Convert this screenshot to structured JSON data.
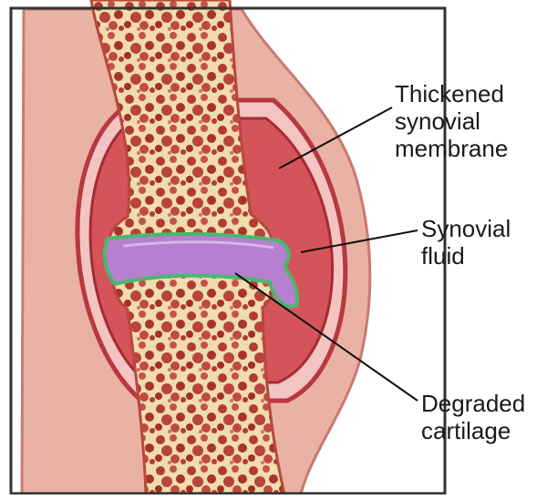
{
  "labels": {
    "thickened_synovial_membrane": [
      "Thickened",
      "synovial",
      "membrane"
    ],
    "synovial_fluid": [
      "Synovial",
      "fluid"
    ],
    "degraded_cartilage": [
      "Degraded",
      "cartilage"
    ]
  },
  "colors": {
    "skin": "#eab2a4",
    "skin_edge": "#c87a72",
    "capsule": "#b8383e",
    "synovial_fluid": "#d4545a",
    "bone": "#f2e2b8",
    "marrow": "#b23b34",
    "cartilage": "#b77fd0",
    "cartilage_rim": "#49b86c",
    "frame": "#333333"
  }
}
